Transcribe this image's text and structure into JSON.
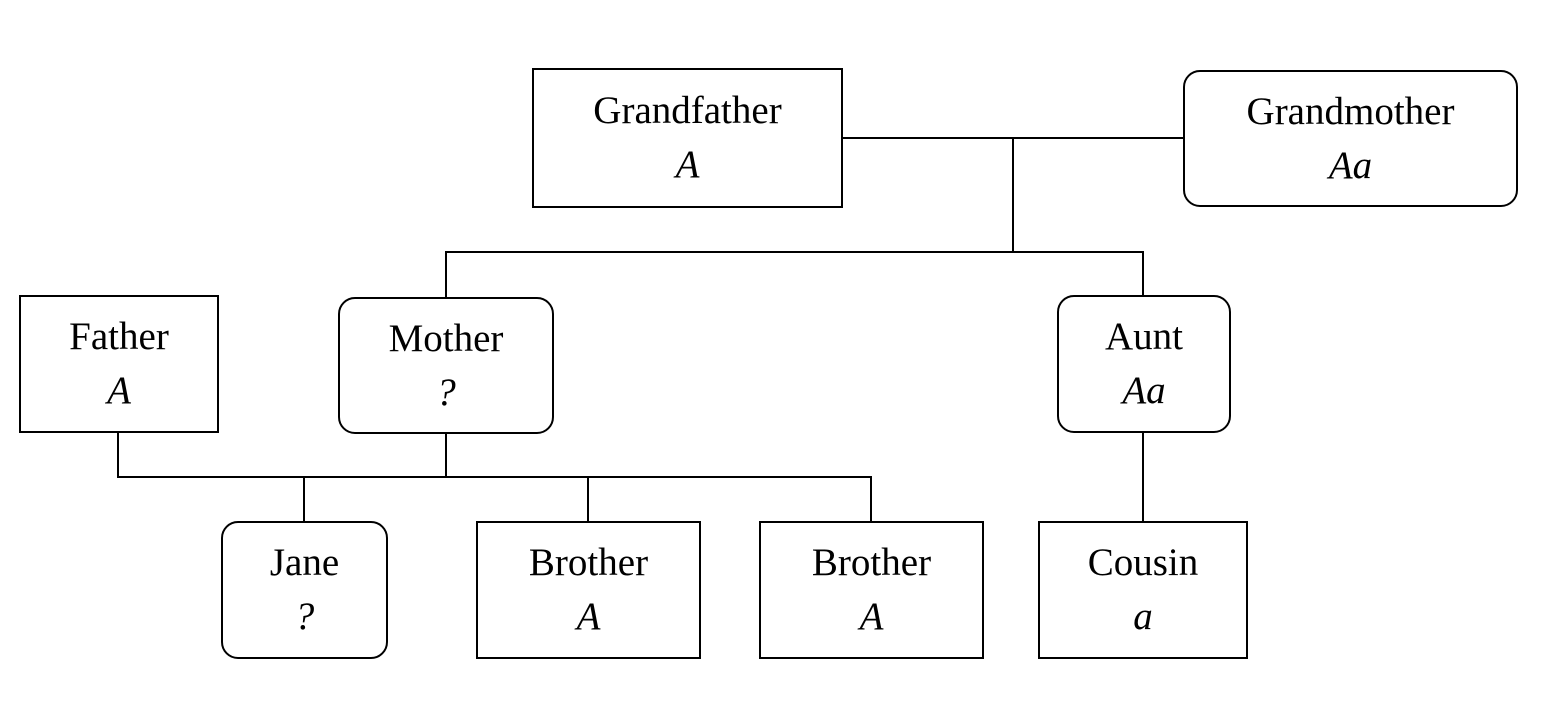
{
  "diagram": {
    "type": "family-tree-pedigree",
    "background_color": "#ffffff",
    "line_color": "#000000",
    "shape_legend": {
      "rectangle": "male",
      "rounded": "female"
    },
    "nodes": [
      {
        "id": "grandfather",
        "label": "Grandfather",
        "genotype": "A",
        "shape": "rectangle",
        "generation": 1
      },
      {
        "id": "grandmother",
        "label": "Grandmother",
        "genotype": "Aa",
        "shape": "rounded",
        "generation": 1
      },
      {
        "id": "father",
        "label": "Father",
        "genotype": "A",
        "shape": "rectangle",
        "generation": 2
      },
      {
        "id": "mother",
        "label": "Mother",
        "genotype": "?",
        "shape": "rounded",
        "generation": 2
      },
      {
        "id": "aunt",
        "label": "Aunt",
        "genotype": "Aa",
        "shape": "rounded",
        "generation": 2
      },
      {
        "id": "jane",
        "label": "Jane",
        "genotype": "?",
        "shape": "rounded",
        "generation": 3
      },
      {
        "id": "brother1",
        "label": "Brother",
        "genotype": "A",
        "shape": "rectangle",
        "generation": 3
      },
      {
        "id": "brother2",
        "label": "Brother",
        "genotype": "A",
        "shape": "rectangle",
        "generation": 3
      },
      {
        "id": "cousin",
        "label": "Cousin",
        "genotype": "a",
        "shape": "rectangle",
        "generation": 3
      }
    ],
    "edges": [
      {
        "from": "grandfather",
        "to": "grandmother",
        "type": "partnership"
      },
      {
        "from": "grandfather+grandmother",
        "to": "mother",
        "type": "parent-child"
      },
      {
        "from": "grandfather+grandmother",
        "to": "aunt",
        "type": "parent-child"
      },
      {
        "from": "father",
        "to": "mother",
        "type": "partnership"
      },
      {
        "from": "father+mother",
        "to": "jane",
        "type": "parent-child"
      },
      {
        "from": "father+mother",
        "to": "brother1",
        "type": "parent-child"
      },
      {
        "from": "father+mother",
        "to": "brother2",
        "type": "parent-child"
      },
      {
        "from": "aunt",
        "to": "cousin",
        "type": "parent-child"
      }
    ]
  }
}
